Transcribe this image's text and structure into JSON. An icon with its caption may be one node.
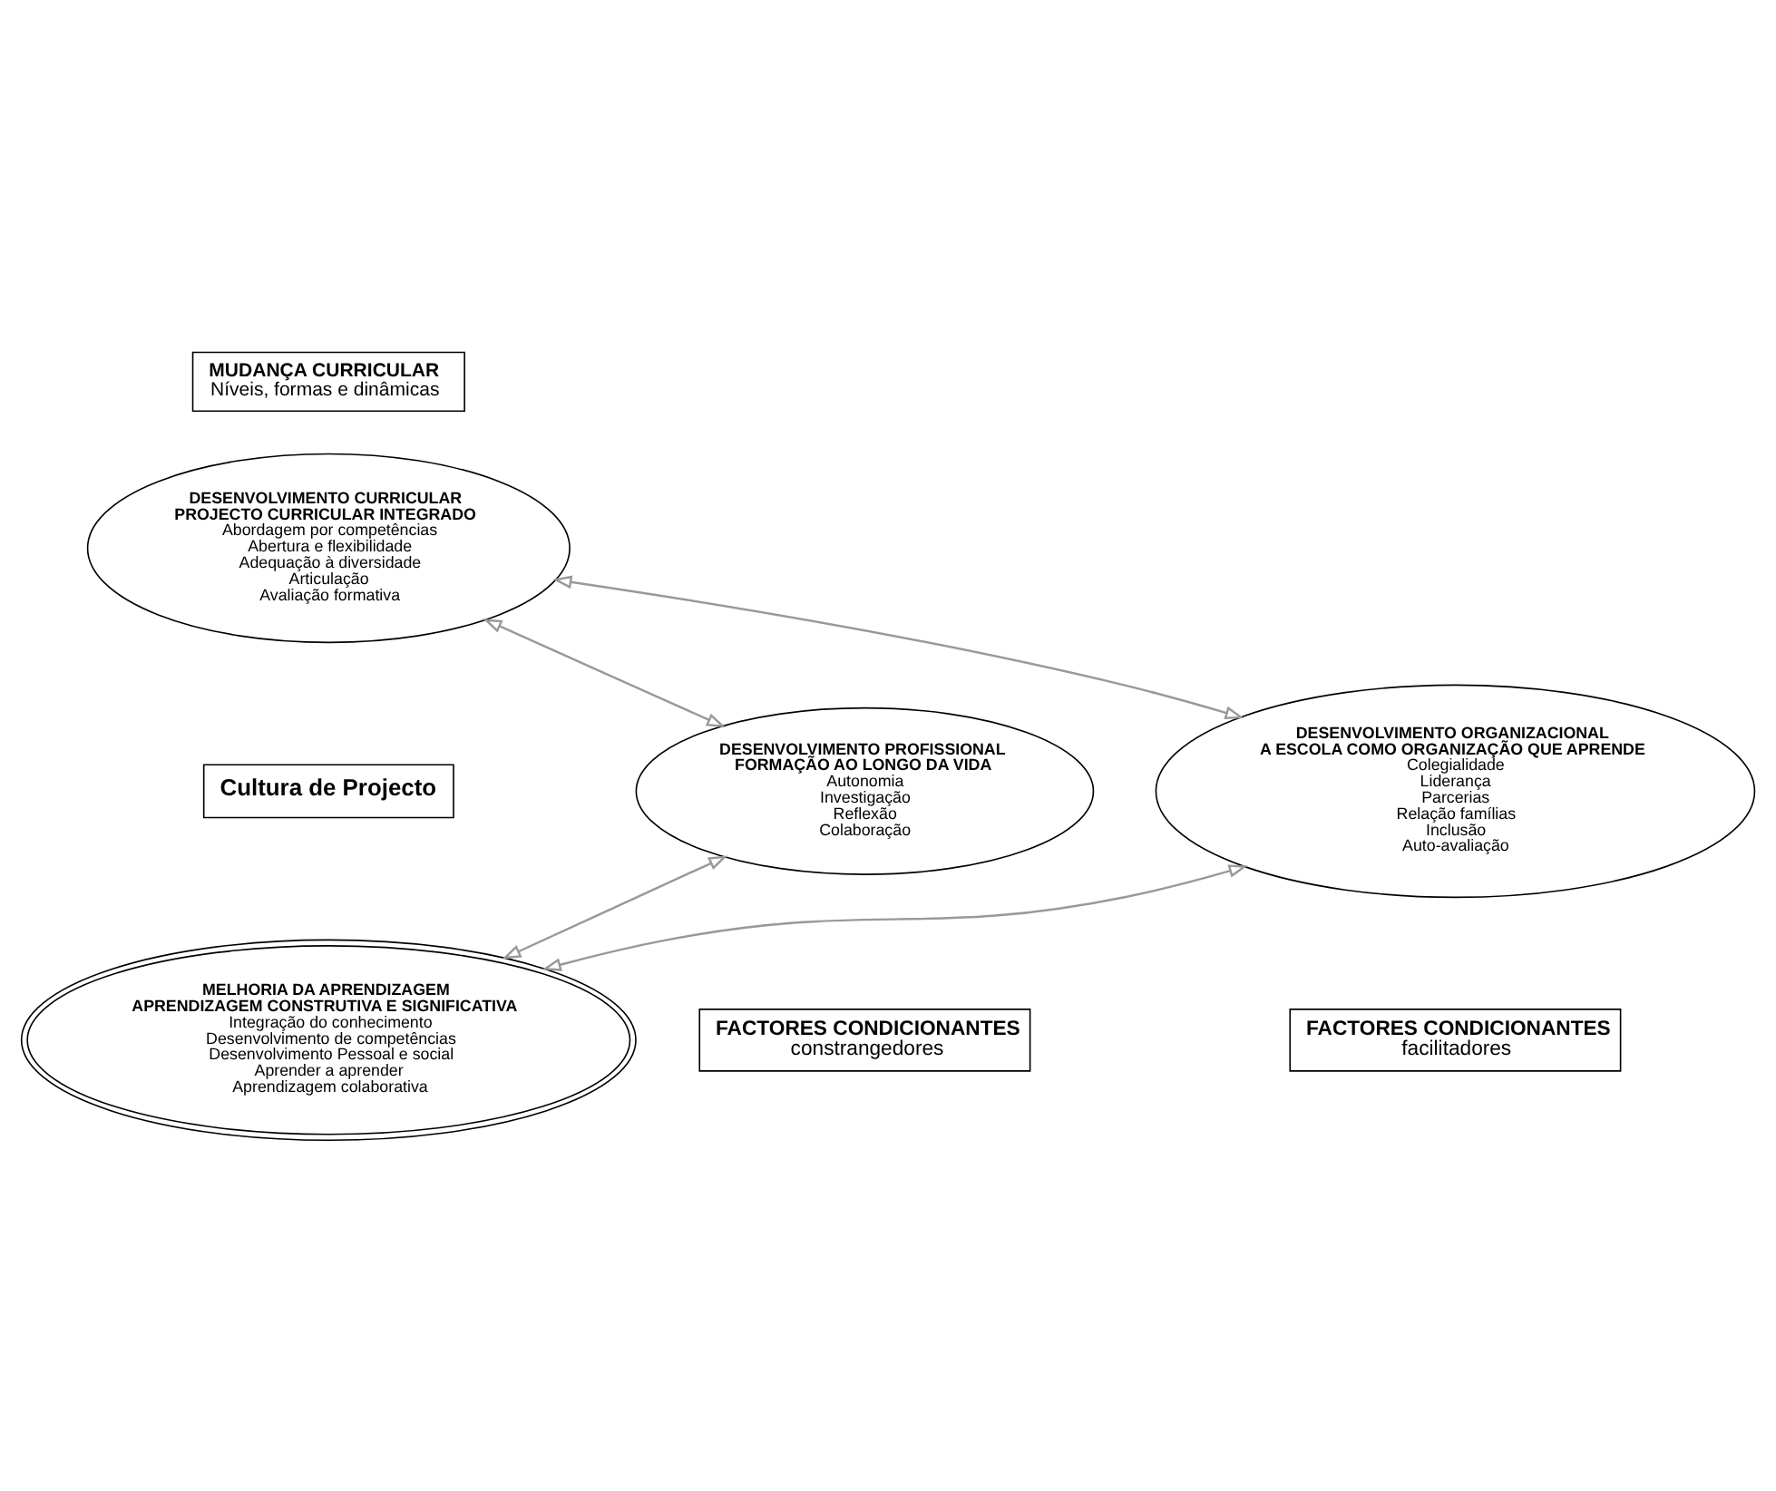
{
  "diagram": {
    "nodes": [
      {
        "text": [
          "MUDANÇA CURRICULAR",
          "Níveis, formas e dinâmicas"
        ]
      },
      {
        "text": [
          "DESENVOLVIMENTO CURRICULAR",
          "PROJECTO CURRICULAR INTEGRADO",
          "Abordagem por competências",
          "Abertura e flexibilidade",
          "Adequação à diversidade",
          "Articulação",
          "Avaliação formativa"
        ]
      },
      {
        "text": [
          "DESENVOLVIMENTO ORGANIZACIONAL",
          "A ESCOLA COMO ORGANIZAÇÃO QUE APRENDE",
          "Colegialidade",
          "Liderança",
          "Parcerias",
          "Relação famílias",
          "Inclusão",
          "Auto-avaliação"
        ]
      },
      {
        "text": [
          "Cultura de Projecto"
        ]
      },
      {
        "text": [
          "DESENVOLVIMENTO PROFISSIONAL",
          "FORMAÇÃO AO LONGO DA VIDA",
          "Autonomia",
          "Investigação",
          "Reflexão",
          "Colaboração"
        ]
      },
      {
        "text": [
          "MELHORIA DA APRENDIZAGEM",
          "APRENDIZAGEM CONSTRUTIVA E SIGNIFICATIVA",
          "Integração do conhecimento",
          "Desenvolvimento de competências",
          "Desenvolvimento Pessoal e social",
          "Aprender a aprender",
          "Aprendizagem colaborativa"
        ]
      },
      {
        "text": [
          "FACTORES CONDICIONANTES",
          "facilitadores"
        ]
      },
      {
        "text": [
          "FACTORES CONDICIONANTES",
          "constrangedores"
        ]
      }
    ],
    "edges": [
      {
        "from": 2,
        "to": 1,
        "arrow": "both"
      },
      {
        "from": 1,
        "to": 4,
        "arrow": "both"
      },
      {
        "from": 2,
        "to": 5,
        "arrow": "both"
      },
      {
        "from": 4,
        "to": 5,
        "arrow": "both"
      }
    ]
  }
}
